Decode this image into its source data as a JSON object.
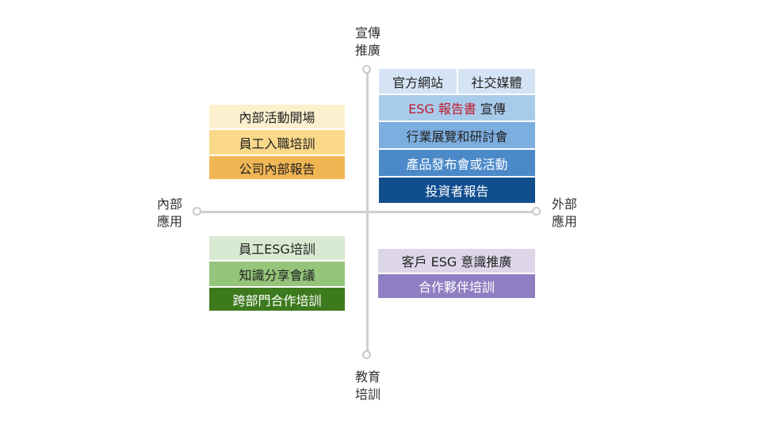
{
  "axes": {
    "top": "宣傳\n推廣",
    "bottom": "教育\n培訓",
    "left": "內部\n應用",
    "right": "外部\n應用"
  },
  "quadrants": {
    "top_right": {
      "row1": [
        "官方網站",
        "社交媒體"
      ],
      "esg_report": {
        "highlight": "ESG 報告書",
        "rest": " 宣傳"
      },
      "items": [
        "行業展覽和研討會",
        "產品發布會或活動",
        "投資者報告"
      ]
    },
    "top_left": {
      "items": [
        "內部活動開場",
        "員工入職培訓",
        "公司內部報告"
      ]
    },
    "bottom_left": {
      "items": [
        "員工ESG培訓",
        "知識分享會議",
        "跨部門合作培訓"
      ]
    },
    "bottom_right": {
      "items": [
        "客戶 ESG 意識推廣",
        "合作夥伴培訓"
      ]
    }
  },
  "colors": {
    "axis": "#cfcfcf",
    "blue_1": "#d4e4f4",
    "blue_2": "#a9cbeb",
    "blue_3": "#7daee0",
    "blue_4": "#4b89c9",
    "blue_5": "#114e8e",
    "yellow_1": "#fdf0cf",
    "yellow_2": "#fbd98a",
    "yellow_3": "#f1b654",
    "green_1": "#d8ead1",
    "green_2": "#94c57a",
    "green_3": "#3d7a1e",
    "purple_1": "#dcd6e8",
    "purple_2": "#8e7fc2",
    "accent_red": "#c0192a"
  }
}
